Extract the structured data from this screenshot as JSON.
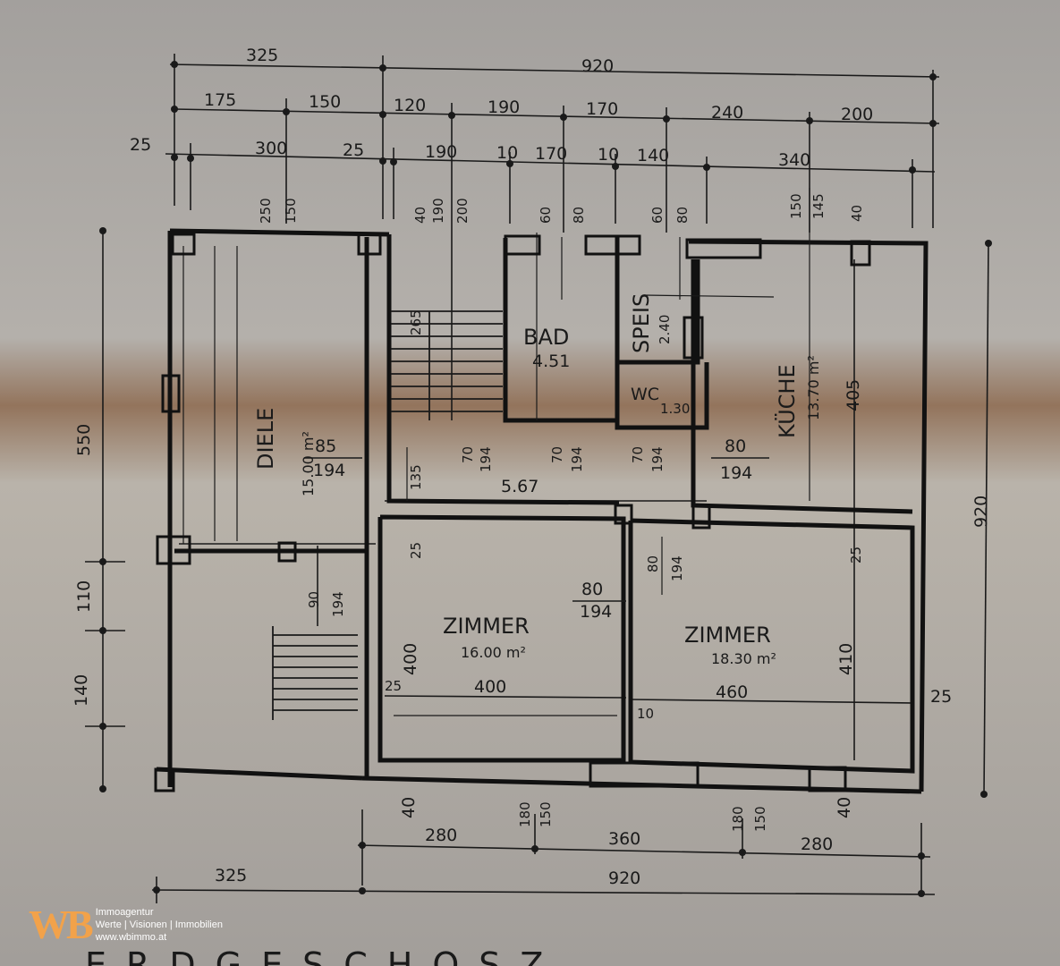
{
  "plan": {
    "top_dims_row1": [
      "325",
      "920"
    ],
    "top_dims_row2": [
      "175",
      "150",
      "120",
      "190",
      "170",
      "240",
      "200"
    ],
    "top_dims_row3": [
      "25",
      "300",
      "25",
      "190",
      "10",
      "170",
      "10",
      "140",
      "340"
    ],
    "window_labels": [
      "250",
      "150",
      "40",
      "190",
      "200",
      "60",
      "80",
      "60",
      "80",
      "150",
      "145",
      "40"
    ],
    "left_dims": [
      "550",
      "110",
      "140"
    ],
    "right_dims": [
      "920",
      "25"
    ],
    "bottom_dims_row1": [
      "40",
      "280",
      "180",
      "150",
      "360",
      "180",
      "150",
      "280",
      "40"
    ],
    "bottom_dims_row2": [
      "325",
      "920"
    ],
    "rooms": {
      "diele": {
        "name": "DIELE",
        "area": "15.00 m²"
      },
      "bad": {
        "name": "BAD",
        "area": "4.51"
      },
      "speis": {
        "name": "SPEIS",
        "area": "2.40"
      },
      "wc": {
        "name": "WC",
        "area": "1.30"
      },
      "kueche": {
        "name": "KÜCHE",
        "area": "13.70 m²",
        "dim": "405"
      },
      "zimmer1": {
        "name": "ZIMMER",
        "area": "16.00 m²",
        "width": "400",
        "height": "400"
      },
      "zimmer2": {
        "name": "ZIMMER",
        "area": "18.30 m²",
        "width": "460",
        "height": "410"
      }
    },
    "door_labels": {
      "d1": "85",
      "d1b": "194",
      "d2": "70",
      "d2b": "194",
      "d3": "70",
      "d3b": "194",
      "d4": "70",
      "d4b": "194",
      "d5": "80",
      "d5b": "194",
      "d6": "80",
      "d6b": "194",
      "d7": "80",
      "d7b": "194",
      "d8": "90",
      "d8b": "194"
    },
    "misc": {
      "stair": "265",
      "hall": "5.67",
      "h135": "135",
      "t25a": "25",
      "t25b": "25",
      "t25c": "25",
      "t10": "10"
    },
    "footer_title": "ERDGESCHOSZ"
  },
  "watermark": {
    "logo": "WB",
    "line1": "Immoagentur",
    "line2": "Werte | Visionen | Immobilien",
    "line3": "www.wbimmo.at"
  },
  "colors": {
    "paper": "#a9a6a3",
    "ink": "#1a1a1a",
    "logo": "#f2a24a"
  }
}
